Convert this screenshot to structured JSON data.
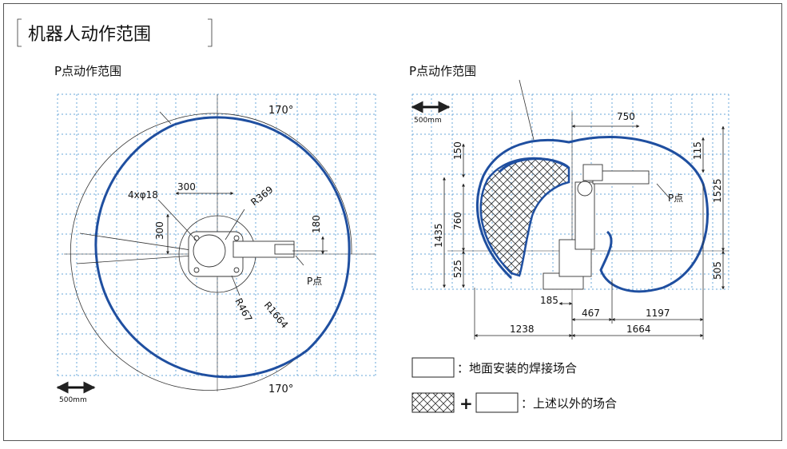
{
  "title": "机器人动作范围",
  "left": {
    "p_range_label": "P点动作范围",
    "scale_label": "500mm",
    "angle_top": "170°",
    "angle_bottom": "170°",
    "hole_label": "4xφ18",
    "dim_300_h": "300",
    "dim_300_v": "300",
    "r369": "R369",
    "dim_180": "180",
    "p_point": "P点",
    "r467": "R467",
    "r1664": "R1664"
  },
  "right": {
    "p_range_label": "P点动作范围",
    "scale_label": "500mm",
    "dim_750": "750",
    "dim_150": "150",
    "dim_115": "115",
    "dim_1525": "1525",
    "dim_1435": "1435",
    "dim_760": "760",
    "dim_525": "525",
    "dim_505": "505",
    "p_point": "P点",
    "dim_185": "185",
    "dim_467": "467",
    "dim_1197": "1197",
    "dim_1238": "1238",
    "dim_1664": "1664"
  },
  "legend": {
    "floor_text": "：地面安装的焊接场合",
    "other_text": "：上述以外的场合"
  },
  "colors": {
    "range_line": "#1f4fa0",
    "grid": "#6aa7d8"
  }
}
